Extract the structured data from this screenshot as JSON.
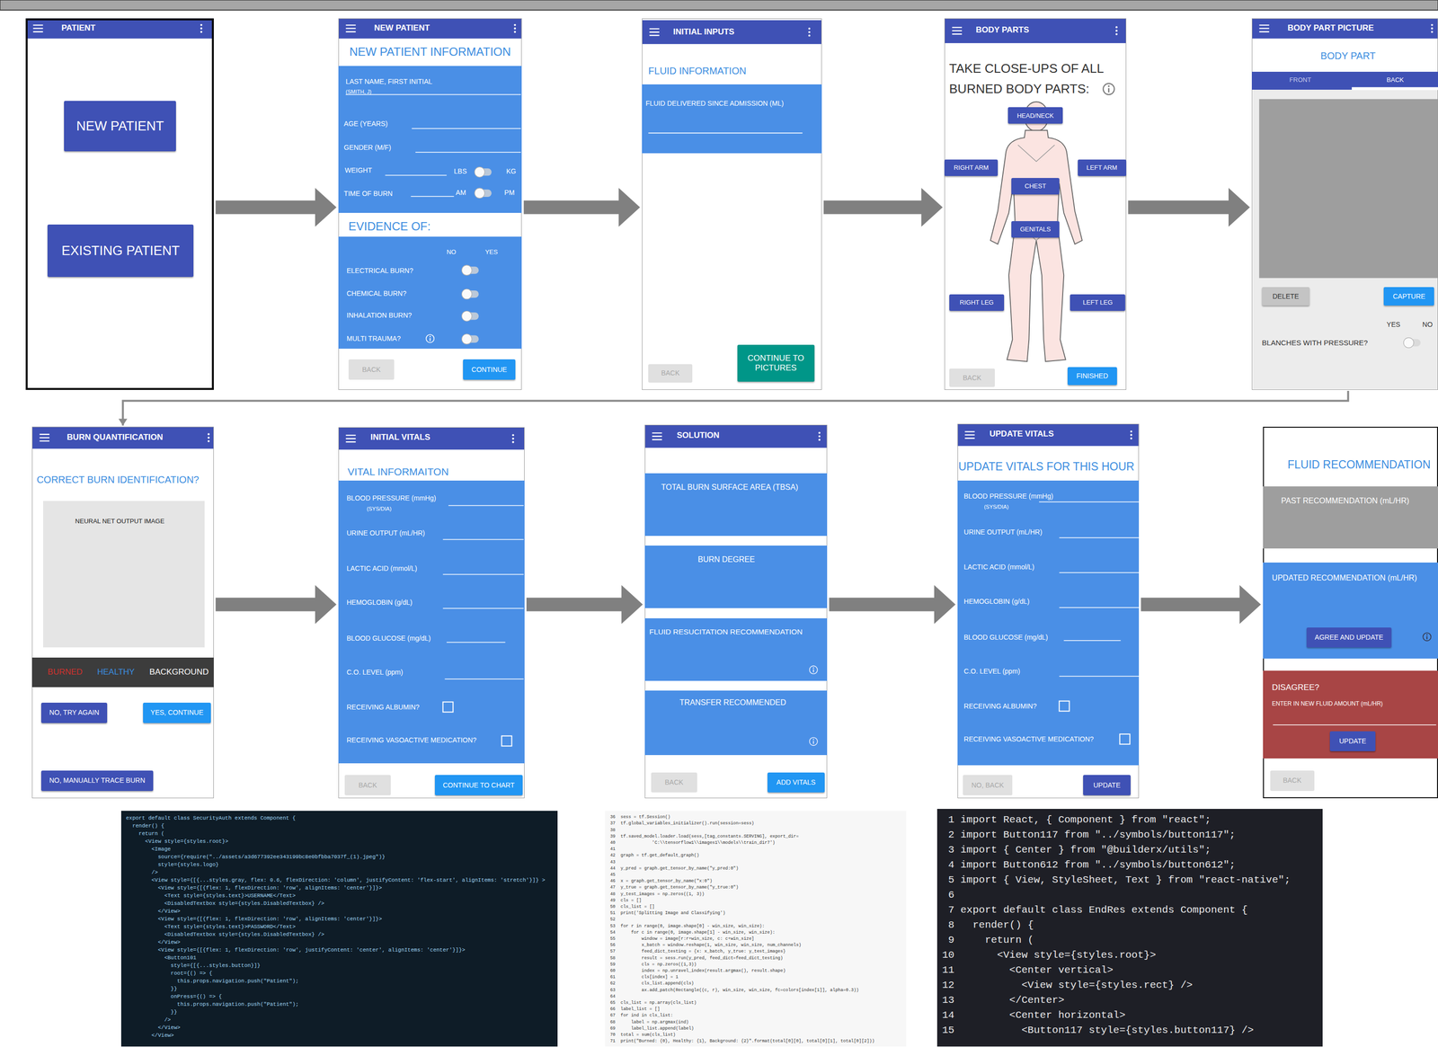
{
  "diagram": {
    "nodes": [
      {
        "text": [
          "PATIENT"
        ]
      },
      {
        "text": [
          "NEW PATIENT"
        ],
        "in": 0
      },
      {
        "text": [
          "EXISTING PATIENT"
        ],
        "in": 0
      },
      {
        "text": [
          "NEW PATIENT",
          "NEW PATIENT INFORMATION",
          "EVIDENCE OF:"
        ]
      },
      {
        "text": [
          "LAST NAME, FIRST INITIAL",
          "(SMITH, J)",
          "AGE (YEARS)",
          "GENDER (M/F)",
          "WEIGHT",
          "LBS",
          "KG",
          "TIME OF BURN",
          "AM",
          "PM"
        ],
        "in": 3
      },
      {
        "text": [
          "NO",
          "YES",
          "ELECTRICAL BURN?",
          "CHEMICAL BURN?",
          "INHALATION BURN?",
          "MULTI TRAUMA?"
        ],
        "in": 3
      },
      {
        "text": [
          "BACK"
        ],
        "in": 3
      },
      {
        "text": [
          "CONTINUE"
        ],
        "in": 3
      },
      {
        "text": [
          "INITIAL INPUTS",
          "FLUID INFORMATION"
        ]
      },
      {
        "text": [
          "FLUID DELIVERED SINCE ADMISSION (ML)"
        ],
        "in": 8
      },
      {
        "text": [
          "BACK"
        ],
        "in": 8
      },
      {
        "text": [
          "CONTINUE TO PICTURES"
        ],
        "in": 8
      },
      {
        "text": [
          "BODY PARTS",
          "TAKE CLOSE-UPS OF ALL BURNED BODY PARTS:"
        ]
      },
      {
        "text": [
          "HEAD/NECK"
        ],
        "in": 12
      },
      {
        "text": [
          "RIGHT ARM"
        ],
        "in": 12
      },
      {
        "text": [
          "LEFT ARM"
        ],
        "in": 12
      },
      {
        "text": [
          "CHEST"
        ],
        "in": 12
      },
      {
        "text": [
          "GENITALS"
        ],
        "in": 12
      },
      {
        "text": [
          "RIGHT LEG"
        ],
        "in": 12
      },
      {
        "text": [
          "LEFT LEG"
        ],
        "in": 12
      },
      {
        "text": [
          "BACK"
        ],
        "in": 12
      },
      {
        "text": [
          "FINISHED"
        ],
        "in": 12
      },
      {
        "text": [
          "BODY PART PICTURE",
          "BODY PART",
          "YES",
          "NO",
          "BLANCHES WITH PRESSURE?"
        ]
      },
      {
        "text": [
          "FRONT",
          "BACK"
        ],
        "in": 22
      },
      {
        "text": [
          "DELETE"
        ],
        "in": 22
      },
      {
        "text": [
          "CAPTURE"
        ],
        "in": 22
      },
      {
        "text": [
          "BURN QUANTIFICATION",
          "CORRECT BURN IDENTIFICATION?"
        ]
      },
      {
        "text": [
          "NEURAL NET OUTPUT IMAGE"
        ],
        "in": 26
      },
      {
        "text": [
          "BURNED",
          "HEALTHY",
          "BACKGROUND"
        ],
        "in": 26
      },
      {
        "text": [
          "NO, TRY AGAIN"
        ],
        "in": 26
      },
      {
        "text": [
          "YES, CONTINUE"
        ],
        "in": 26
      },
      {
        "text": [
          "NO, MANUALLY TRACE BURN"
        ],
        "in": 26
      },
      {
        "text": [
          "INITIAL VITALS",
          "VITAL INFORMAITON"
        ]
      },
      {
        "text": [
          "BLOOD PRESSURE (mmHg)",
          "(SYS/DIA)",
          "URINE OUTPUT (mL/HR)",
          "LACTIC ACID (mmol/L)",
          "HEMOGLOBIN (g/dL)",
          "BLOOD GLUCOSE (mg/dL)",
          "C.O. LEVEL (ppm)",
          "RECEIVING ALBUMIN?",
          "RECEIVING VASOACTIVE MEDICATION?"
        ],
        "in": 32
      },
      {
        "text": [
          "BACK"
        ],
        "in": 32
      },
      {
        "text": [
          "CONTINUE TO CHART"
        ],
        "in": 32
      },
      {
        "text": [
          "SOLUTION"
        ]
      },
      {
        "text": [
          "TOTAL BURN SURFACE AREA (TBSA)"
        ],
        "in": 36
      },
      {
        "text": [
          "BURN DEGREE"
        ],
        "in": 36
      },
      {
        "text": [
          "FLUID RESUCITATION RECOMMENDATION"
        ],
        "in": 36
      },
      {
        "text": [
          "TRANSFER RECOMMENDED"
        ],
        "in": 36
      },
      {
        "text": [
          "BACK"
        ],
        "in": 36
      },
      {
        "text": [
          "ADD VITALS"
        ],
        "in": 36
      },
      {
        "text": [
          "UPDATE VITALS",
          "UPDATE VITALS FOR THIS HOUR"
        ]
      },
      {
        "text": [
          "BLOOD PRESSURE (mmHg)",
          "(SYS/DIA)",
          "URINE OUTPUT (mL/HR)",
          "LACTIC ACID (mmol/L)",
          "HEMOGLOBIN (g/dL)",
          "BLOOD GLUCOSE (mg/dL)",
          "C.O. LEVEL (ppm)",
          "RECEIVING ALBUMIN?",
          "RECEIVING VASOACTIVE MEDICATION?"
        ],
        "in": 43
      },
      {
        "text": [
          "NO, BACK"
        ],
        "in": 43
      },
      {
        "text": [
          "UPDATE"
        ],
        "in": 43
      },
      {
        "text": [
          "FLUID RECOMMENDATION"
        ]
      },
      {
        "text": [
          "PAST RECOMMENDATION (mL/HR)"
        ],
        "in": 47
      },
      {
        "text": [
          "UPDATED RECOMMENDATION (mL/HR)"
        ],
        "in": 47
      },
      {
        "text": [
          "AGREE AND UPDATE"
        ],
        "in": 49
      },
      {
        "text": [
          "DISAGREE?",
          "ENTER IN NEW FLUID AMOUNT (mL/HR)"
        ],
        "in": 47
      },
      {
        "text": [
          "UPDATE"
        ],
        "in": 51
      },
      {
        "text": [
          "BACK"
        ],
        "in": 47
      },
      {
        "text": [
          "export default class SecurityAuth extends Component {",
          "  render() {",
          "    return (",
          "      <View style={styles.root}>",
          "        <Image",
          "          source={require(\"../assets/a3d677392ee343199bc8e0bfbba7037f_(1).jpeg\")}",
          "          style={styles.logo}",
          "        />",
          "        <View style={[{...styles.gray, flex: 0.6, flexDirection: 'column', justifyContent: 'flex-start', alignItems: 'stretch'}]} >",
          "          <View style={[{flex: 1, flexDirection: 'row', alignItems: 'center'}]}>",
          "            <Text style={styles.text}>USERNAME</Text>",
          "            <DisabledTextbox style={styles.DisabledTextbox} />",
          "          </View>",
          "          <View style={[{flex: 1, flexDirection: 'row', alignItems: 'center'}]}>",
          "            <Text style={styles.text}>PASSWORD</Text>",
          "            <DisabledTextbox style={styles.DisabledTextbox} />",
          "          </View>",
          "          <View style={[{flex: 1, flexDirection: 'row', justifyContent: 'center', alignItems: 'center'}]}>",
          "            <Button101",
          "              style={[{...styles.button}]}",
          "              root={() => {",
          "                this.props.navigation.push(\"Patient\");",
          "              }}",
          "              onPress={() => {",
          "                this.props.navigation.push(\"Patient\");",
          "              }}",
          "            />",
          "          </View>",
          "        </View>"
        ]
      },
      {
        "text": [
          "36  sess = tf.Session()",
          "37  tf.global_variables_initializer().run(session=sess)",
          "38",
          "39  tf.saved_model.loader.load(sess,[tag_constants.SERVING], export_dir=",
          "40              'C:\\\\tensorflow1\\\\images1\\\\models\\\\train_dir7')",
          "41",
          "42  graph = tf.get_default_graph()",
          "43",
          "44  y_pred = graph.get_tensor_by_name(\"y_pred:0\")",
          "45",
          "46  x = graph.get_tensor_by_name(\"x:0\")",
          "47  y_true = graph.get_tensor_by_name(\"y_true:0\")",
          "48  y_test_images = np.zeros((1, 3))",
          "49  cls = []",
          "50  cls_list = []",
          "51  print('Splitting Image and Classifying')",
          "52",
          "53  for r in range(0, image.shape[0] - win_size, win_size):",
          "54      for c in range(0, image.shape[1] - win_size, win_size):",
          "55          window = image[r:r+win_size, c: c+win_size]",
          "56          x_batch = window.reshape(1, win_size, win_size, num_channels)",
          "57          feed_dict_testing = {x: x_batch, y_true: y_test_images}",
          "58          result = sess.run(y_pred, feed_dict=feed_dict_testing)",
          "59          cls = np.zeros((1,3))",
          "60          index = np.unravel_index(result.argmax(), result.shape)",
          "61          cls[index] = 1",
          "62          cls_list.append(cls)",
          "63          ax.add_patch(Rectangle((c, r), win_size, win_size, fc=colors[index[1]], alpha=0.3))",
          "64",
          "65  cls_list = np.array(cls_list)",
          "66  label_list = []",
          "67  for ind in cls_list:",
          "68      label = np.argmax(ind)",
          "69      label_list.append(label)",
          "70  total = sum(cls_list)",
          "71  print(\"Burned: {0}, Healthy: {1}, Background: {2}\".format(total[0][0], total[0][1], total[0][2]))"
        ]
      },
      {
        "text": [
          " 1 import React, { Component } from \"react\";",
          " 2 import Button117 from \"../symbols/button117\";",
          " 3 import { Center } from \"@builderx/utils\";",
          " 4 import Button612 from \"../symbols/button612\";",
          " 5 import { View, StyleSheet, Text } from \"react-native\";",
          " 6",
          " 7 export default class EndRes extends Component {",
          " 8   render() {",
          " 9     return (",
          "10       <View style={styles.root}>",
          "11         <Center vertical>",
          "12           <View style={styles.rect} />",
          "13         </Center>",
          "14         <Center horizontal>",
          "15           <Button117 style={styles.button117} />"
        ]
      }
    ],
    "edges": [
      {
        "from": 0,
        "to": 3,
        "arrow": "to"
      },
      {
        "from": 3,
        "to": 8,
        "arrow": "to"
      },
      {
        "from": 8,
        "to": 12,
        "arrow": "to"
      },
      {
        "from": 12,
        "to": 22,
        "arrow": "to"
      },
      {
        "from": 22,
        "to": 26,
        "arrow": "to"
      },
      {
        "from": 26,
        "to": 32,
        "arrow": "to"
      },
      {
        "from": 32,
        "to": 36,
        "arrow": "to"
      },
      {
        "from": 36,
        "to": 43,
        "arrow": "to"
      },
      {
        "from": 43,
        "to": 47,
        "arrow": "to"
      }
    ]
  }
}
